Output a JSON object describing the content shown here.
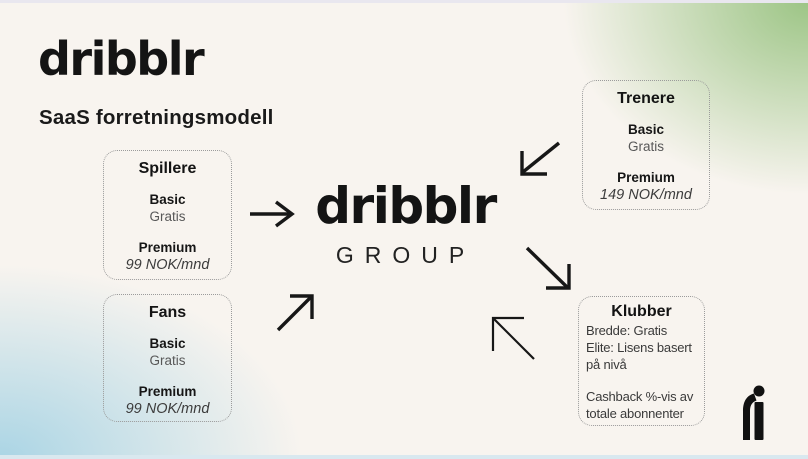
{
  "header": {
    "logo_text": "dribblr",
    "subtitle": "SaaS forretningsmodell"
  },
  "center": {
    "logo_text": "dribblr",
    "group_label": "GROUP"
  },
  "boxes": {
    "spillere": {
      "title": "Spillere",
      "basic_label": "Basic",
      "basic_value": "Gratis",
      "premium_label": "Premium",
      "premium_value": "99 NOK/mnd"
    },
    "fans": {
      "title": "Fans",
      "basic_label": "Basic",
      "basic_value": "Gratis",
      "premium_label": "Premium",
      "premium_value": "99 NOK/mnd"
    },
    "trenere": {
      "title": "Trenere",
      "basic_label": "Basic",
      "basic_value": "Gratis",
      "premium_label": "Premium",
      "premium_value": "149 NOK/mnd"
    },
    "klubber": {
      "title": "Klubber",
      "line1": "Bredde: Gratis",
      "line2": "Elite: Lisens basert på nivå",
      "note": "Cashback %-vis av totale abonnenter"
    }
  },
  "icons": {
    "corner_mark": "dribblr-ri-monogram",
    "arrow_spillere_to_center": "→",
    "arrow_fans_to_center": "↗",
    "arrow_trenere_to_center": "↙",
    "arrow_center_to_klubber": "↘",
    "arrow_klubber_to_center": "↖"
  },
  "colors": {
    "background": "#f8f4ef",
    "accent_green": "#97c27f",
    "accent_blue": "#a6d3e4",
    "text": "#161616",
    "muted_text": "#585858",
    "dotted_border": "#9b9b9b",
    "arrow": "#171717"
  }
}
